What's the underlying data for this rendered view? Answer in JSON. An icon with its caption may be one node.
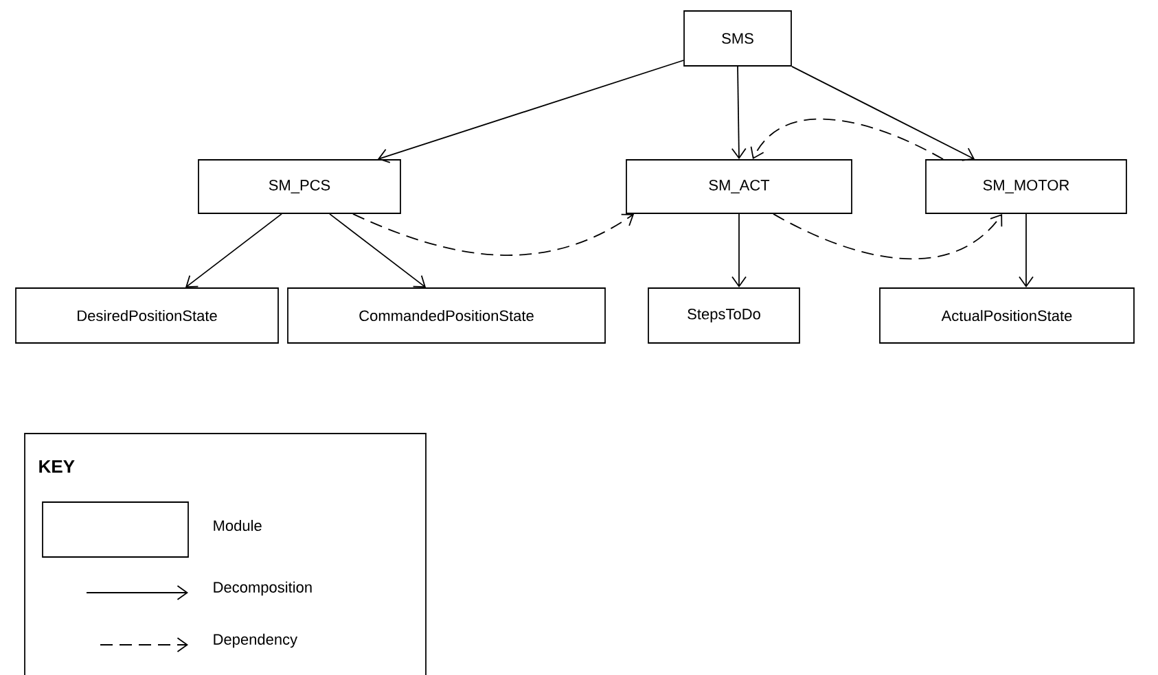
{
  "diagram": {
    "nodes": [
      {
        "text": [
          "SMS"
        ]
      },
      {
        "text": [
          "SM_PCS"
        ]
      },
      {
        "text": [
          "SM_ACT"
        ]
      },
      {
        "text": [
          "SM_MOTOR"
        ]
      },
      {
        "text": [
          "DesiredPositionState"
        ]
      },
      {
        "text": [
          "CommandedPositionState"
        ]
      },
      {
        "text": [
          "StepsToDo"
        ]
      },
      {
        "text": [
          "ActualPositionState"
        ]
      }
    ],
    "edges": [
      {
        "from": 0,
        "to": 1,
        "arrow": "to"
      },
      {
        "from": 0,
        "to": 2,
        "arrow": "to"
      },
      {
        "from": 0,
        "to": 3,
        "arrow": "to"
      },
      {
        "from": 1,
        "to": 4,
        "arrow": "to"
      },
      {
        "from": 1,
        "to": 5,
        "arrow": "to"
      },
      {
        "from": 2,
        "to": 6,
        "arrow": "to"
      },
      {
        "from": 3,
        "to": 7,
        "arrow": "to"
      },
      {
        "from": 1,
        "to": 2,
        "arrow": "to",
        "style": "dashed"
      },
      {
        "from": 2,
        "to": 3,
        "arrow": "to",
        "style": "dashed"
      },
      {
        "from": 3,
        "to": 2,
        "arrow": "to",
        "style": "dashed"
      }
    ],
    "labels": [
      "KEY"
    ],
    "legend": [
      {
        "text": "Module"
      },
      {
        "text": "Decomposition"
      },
      {
        "text": "Dependency"
      }
    ]
  }
}
